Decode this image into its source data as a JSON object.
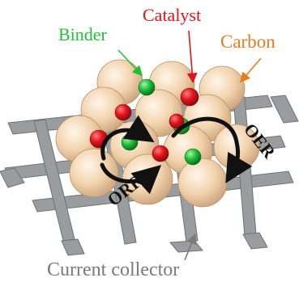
{
  "labels": {
    "binder": "Binder",
    "catalyst": "Catalyst",
    "carbon": "Carbon",
    "current_collector": "Current collector",
    "orr": "ORR",
    "oer": "OER"
  },
  "colors": {
    "binder": "#1fbf3a",
    "catalyst": "#e2141c",
    "carbon": "#e87d1e",
    "current_collector": "#7a7a7a",
    "carbon_sphere": "#f2d3ad",
    "mesh": "#9a9d9f",
    "reaction_arrow": "#111111"
  },
  "icons": {
    "binder_pointer": "arrow-icon",
    "catalyst_pointer": "arrow-icon",
    "carbon_pointer": "arrow-icon",
    "collector_pointer": "arrow-icon",
    "orr_arrow": "curved-arrow-icon",
    "oer_arrow": "curved-arrow-icon"
  }
}
